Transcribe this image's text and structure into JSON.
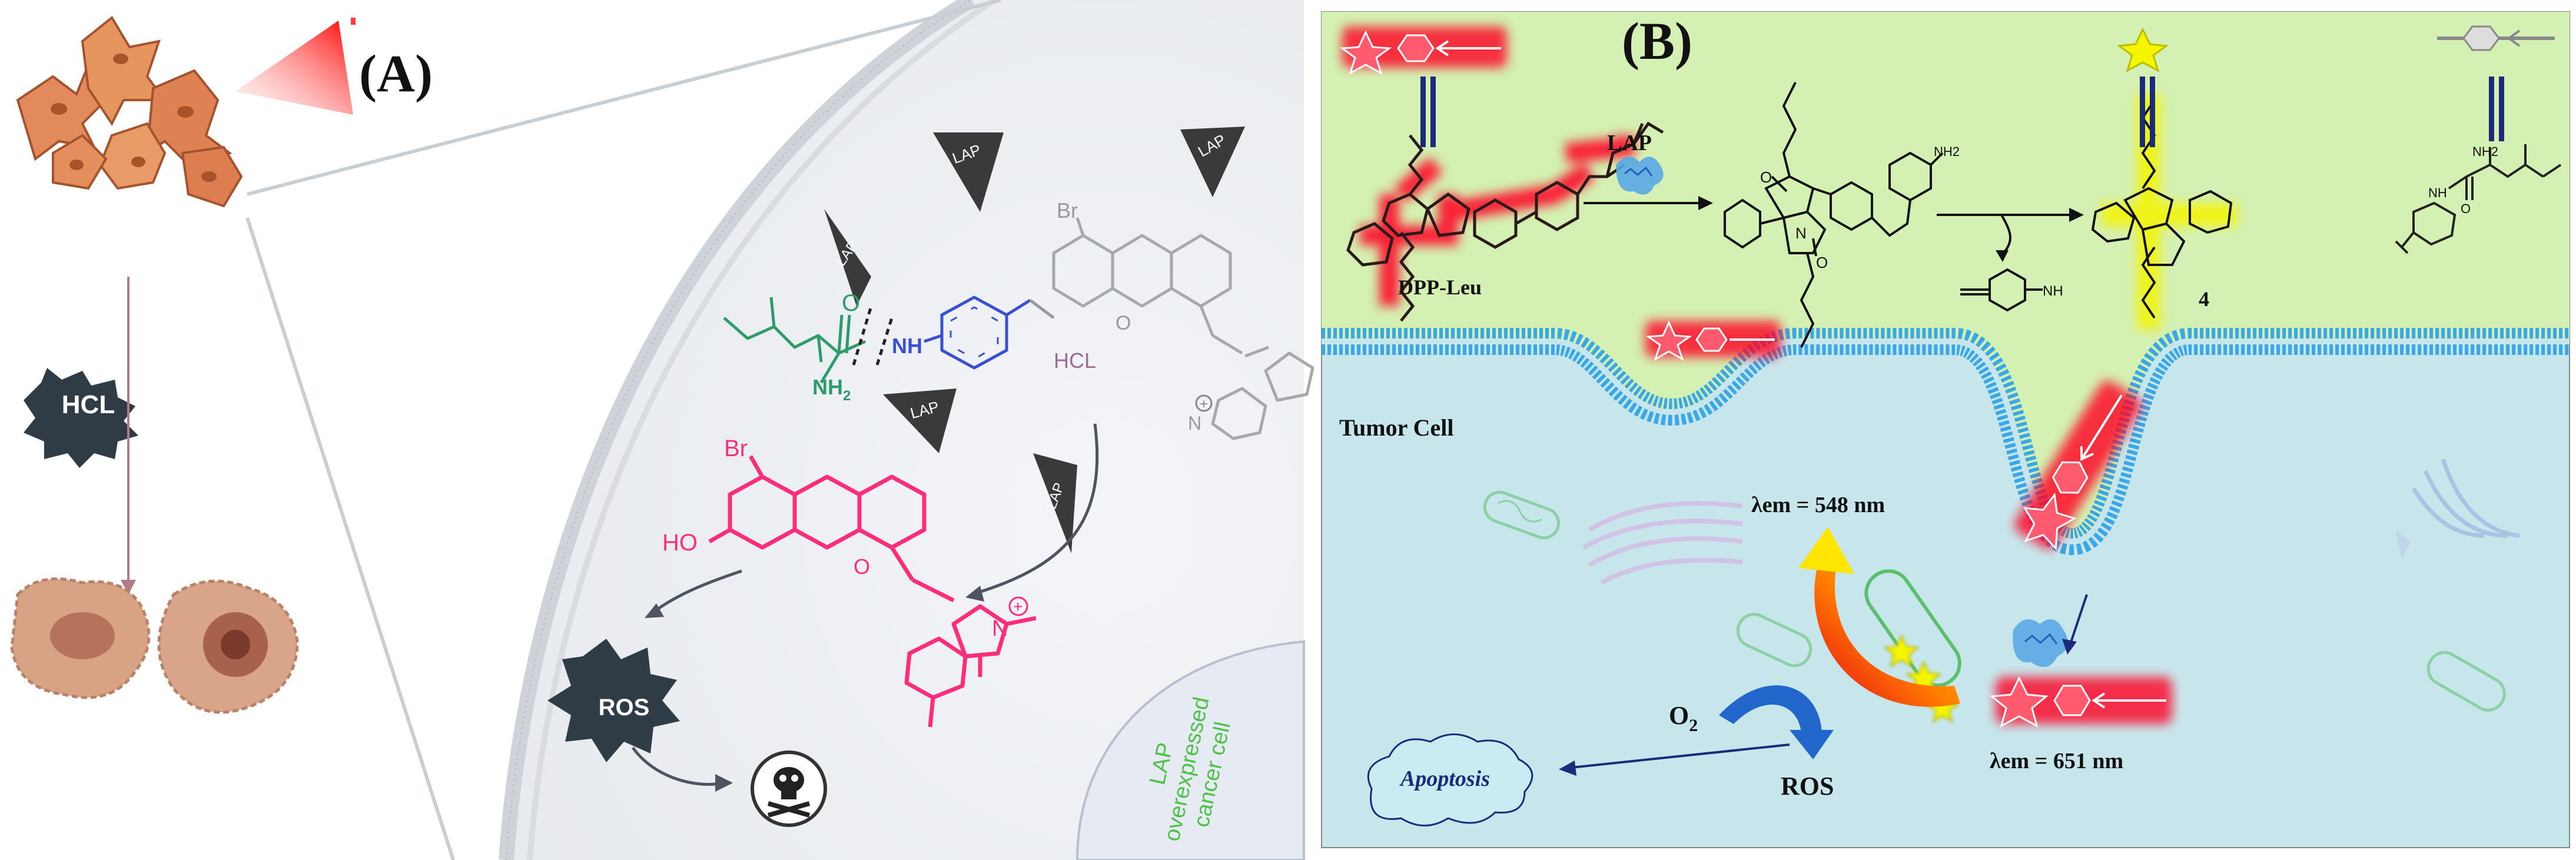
{
  "panel_a": {
    "label": "(A)",
    "hcl_badge": "HCL",
    "lap_tag": "LAP",
    "probe_hcl_label": "HCL",
    "amine_label": "NH",
    "amine_sub": "2",
    "amide_label": "NH",
    "ketone_label": "O",
    "br_label_top": "Br",
    "br_label_bottom": "Br",
    "ho_label": "HO",
    "n_label_top": "N",
    "n_label_bottom": "N",
    "ros_badge": "ROS",
    "cancer_cell_line1": "LAP",
    "cancer_cell_line2": "overexpressed",
    "cancer_cell_line3": "cancer cell",
    "colors": {
      "probe_on": "#ff2d7a",
      "probe_off": "#b9b9b9",
      "amino_acid": "#2e9c6a",
      "linker": "#3a4fd4",
      "badge": "#2f3b45",
      "lap": "#3a3a3a"
    }
  },
  "panel_b": {
    "label": "(B)",
    "lap_label": "LAP",
    "dpp_label": "DPP-Leu",
    "product_label": "4",
    "tumor_cell_label": "Tumor Cell",
    "lambda_548": "λem = 548 nm",
    "lambda_651": "λem = 651 nm",
    "o2_label": "O",
    "o2_sub": "2",
    "ros_label": "ROS",
    "apoptosis_label": "Apoptosis",
    "nh2_label": "NH2",
    "nh_label": "NH",
    "colors": {
      "extracellular": "#d4f0b2",
      "intracellular": "#c7e6ec",
      "membrane": "#3aa7e6",
      "red_probe": "#e0001b",
      "yellow_product": "#f5f500",
      "nav": "#1b2a7a"
    }
  }
}
